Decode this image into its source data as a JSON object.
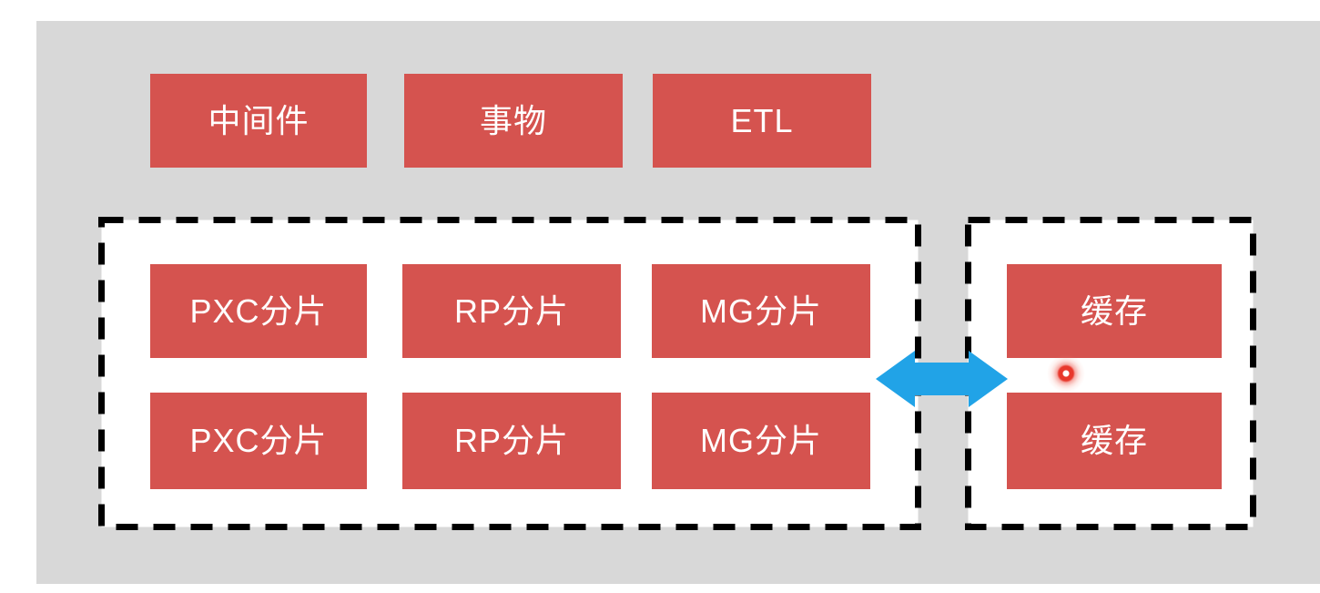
{
  "diagram": {
    "top_row": {
      "items": [
        {
          "label": "中间件"
        },
        {
          "label": "事物"
        },
        {
          "label": "ETL"
        }
      ]
    },
    "shard_cluster": {
      "items": [
        {
          "label": "PXC分片"
        },
        {
          "label": "RP分片"
        },
        {
          "label": "MG分片"
        },
        {
          "label": "PXC分片"
        },
        {
          "label": "RP分片"
        },
        {
          "label": "MG分片"
        }
      ]
    },
    "cache_cluster": {
      "items": [
        {
          "label": "缓存"
        },
        {
          "label": "缓存"
        }
      ]
    },
    "icons": {
      "connector": "double-arrow-icon",
      "cursor": "click-indicator-icon"
    },
    "colors": {
      "node_red": "#d5534f",
      "node_text": "#ffffff",
      "canvas_gray": "#d8d8d8",
      "panel_fill": "#ffffff",
      "dashed_border": "#000000",
      "arrow_blue": "#21a3e7",
      "cursor_red": "#e8382c"
    }
  }
}
